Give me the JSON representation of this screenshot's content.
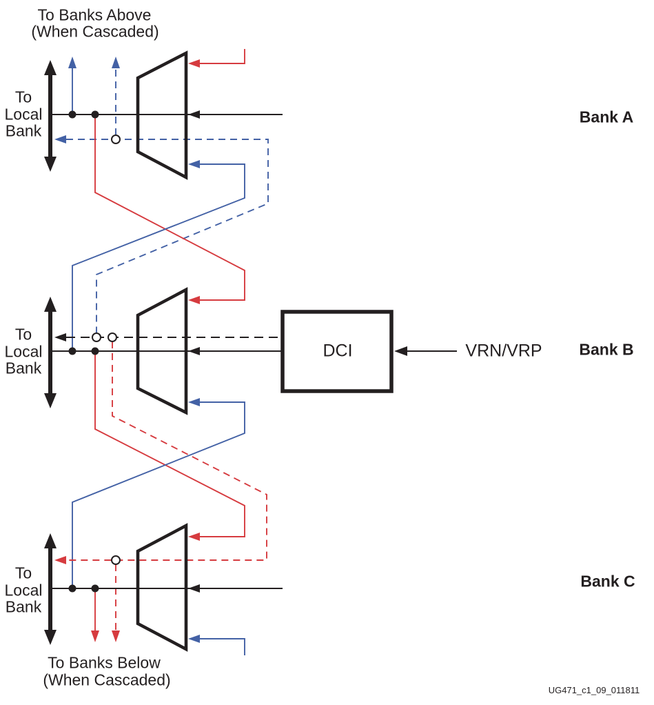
{
  "colors": {
    "red": "#D63B3F",
    "blue": "#4361A5",
    "black": "#231F20"
  },
  "top_caption": {
    "line1": "To Banks Above",
    "line2": "(When Cascaded)"
  },
  "bottom_caption": {
    "line1": "To Banks Below",
    "line2": "(When Cascaded)"
  },
  "local_bank_caption": {
    "line1": "To",
    "line2": "Local",
    "line3": "Bank"
  },
  "banks": [
    {
      "name": "Bank A"
    },
    {
      "name": "Bank B"
    },
    {
      "name": "Bank C"
    }
  ],
  "dci": {
    "label": "DCI",
    "input_label": "VRN/VRP"
  },
  "watermark": "UG471_c1_09_011811"
}
